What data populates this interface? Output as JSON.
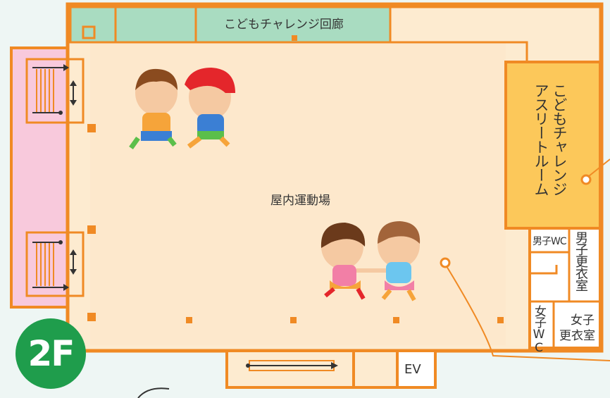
{
  "floor": "2F",
  "rooms": {
    "corridor": "こどもチャレンジ回廊",
    "gym": "屋内運動場",
    "athlete_room": "こどもチャレンジアスリートルーム",
    "athlete_room_line1": "こどもチャレンジ",
    "athlete_room_line2": "アスリートルーム",
    "mens_wc": "男子WC",
    "mens_locker": "男子更衣室",
    "womens_wc": "女子WC",
    "womens_locker_line1": "女子",
    "womens_locker_line2": "更衣室",
    "elevator": "EV"
  },
  "colors": {
    "wall": "#f08a24",
    "floor": "#fdebd0",
    "corridor": "#a9dcc1",
    "athlete_room": "#fcc85a",
    "stairs_area": "#f8c9dc",
    "badge": "#1f9d4c"
  },
  "icons": [
    "stairs-icon",
    "escalator-icon",
    "children-running-illustration",
    "children-holding-hands-illustration",
    "pointer-dot-icon"
  ]
}
